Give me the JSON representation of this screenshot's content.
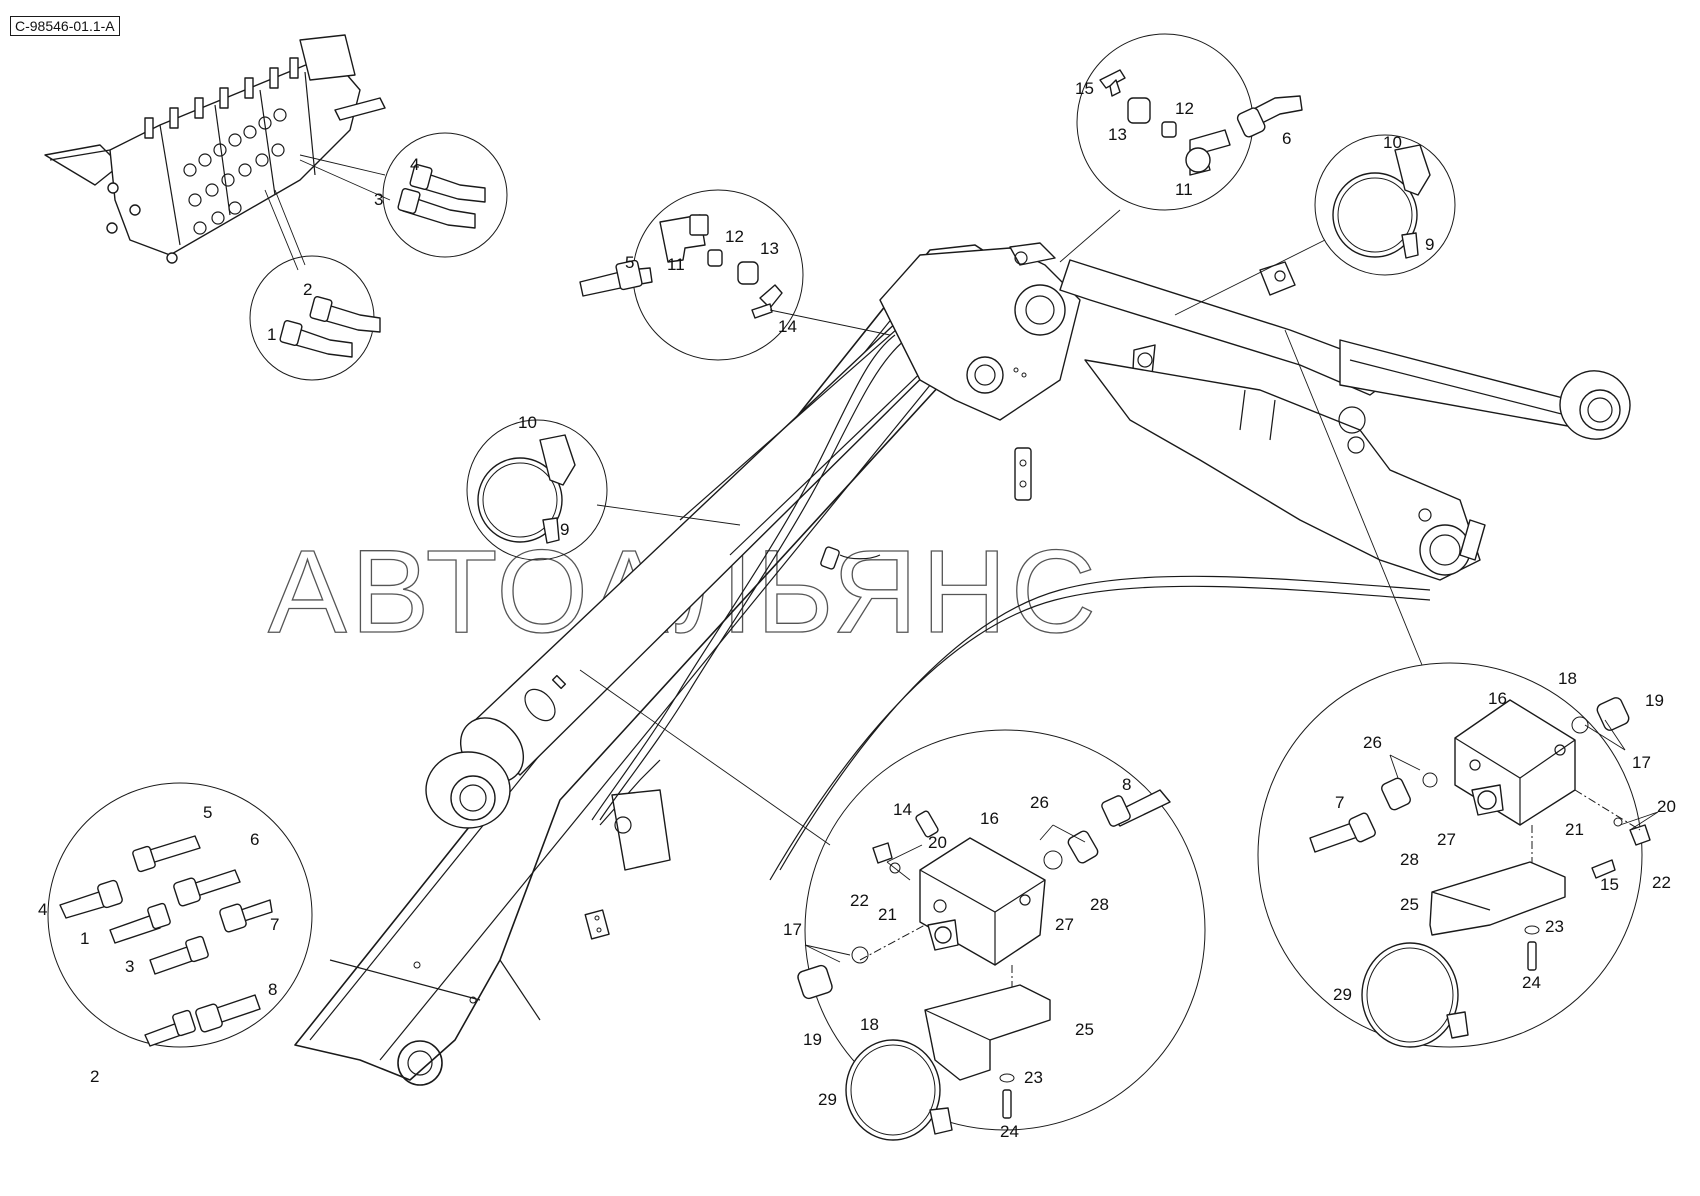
{
  "drawing_code": "C-98546-01.1-A",
  "watermark": "АВТОАЛЬЯНС",
  "callouts": {
    "top_left_valve": {
      "n1": "1",
      "n2": "2",
      "n3": "3",
      "n4": "4"
    },
    "top_center_detail": {
      "n5": "5",
      "n11": "11",
      "n12": "12",
      "n13": "13",
      "n14": "14"
    },
    "top_right_detail": {
      "n15": "15",
      "n12": "12",
      "n13": "13",
      "n11": "11",
      "n6": "6"
    },
    "clamp_detail_right": {
      "n10": "10",
      "n9": "9"
    },
    "clamp_detail_left": {
      "n10": "10",
      "n9": "9"
    },
    "bottom_left_detail": {
      "n5": "5",
      "n6": "6",
      "n4": "4",
      "n1": "1",
      "n7": "7",
      "n3": "3",
      "n8": "8",
      "n2": "2"
    },
    "bottom_center_detail": {
      "n14": "14",
      "n16": "16",
      "n26": "26",
      "n8": "8",
      "n20": "20",
      "n22": "22",
      "n21": "21",
      "n27": "27",
      "n28": "28",
      "n17": "17",
      "n19": "19",
      "n18": "18",
      "n25": "25",
      "n29": "29",
      "n23": "23",
      "n24": "24"
    },
    "bottom_right_detail": {
      "n16": "16",
      "n18": "18",
      "n19": "19",
      "n17": "17",
      "n26": "26",
      "n7": "7",
      "n27": "27",
      "n28": "28",
      "n20": "20",
      "n21": "21",
      "n15": "15",
      "n22": "22",
      "n25": "25",
      "n23": "23",
      "n29": "29",
      "n24": "24"
    }
  }
}
